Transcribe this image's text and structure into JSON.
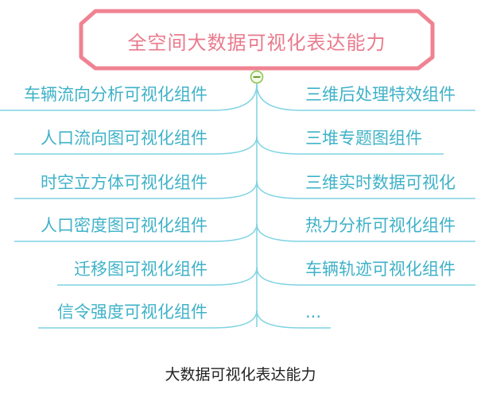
{
  "root": {
    "title": "全空间大数据可视化表达能力"
  },
  "left_branches": [
    "车辆流向分析可视化组件",
    "人口流向图可视化组件",
    "时空立方体可视化组件",
    "人口密度图可视化组件",
    "迁移图可视化组件",
    "信令强度可视化组件"
  ],
  "right_branches": [
    "三维后处理特效组件",
    "三堆专题图组件",
    "三维实时数据可视化",
    "热力分析可视化组件",
    "车辆轨迹可视化组件",
    "..."
  ],
  "caption": "大数据可视化表达能力",
  "colors": {
    "root_border": "#ef8392",
    "root_text": "#e97a8c",
    "branch_line": "#7fd3e2",
    "branch_text": "#3fb2c8",
    "collapse_button": "#8bc34a"
  },
  "icons": {
    "collapse": "collapse-minus-icon"
  }
}
